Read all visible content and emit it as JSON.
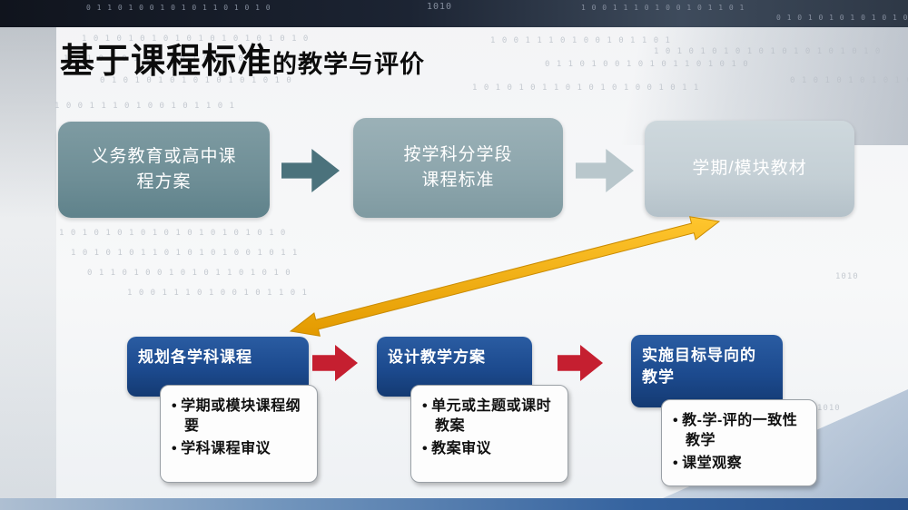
{
  "slide": {
    "title_main": "基于课程标准",
    "title_sub": "的教学与评价"
  },
  "top_flow": {
    "boxes": [
      {
        "label": "义务教育或高中课程方案"
      },
      {
        "label": "按学科分学段课程标准"
      },
      {
        "label": "学期/模块教材"
      }
    ]
  },
  "bottom_flow": {
    "steps": [
      {
        "header": "规划各学科课程",
        "bullets": [
          "学期或模块课程纲要",
          "学科课程审议"
        ]
      },
      {
        "header": "设计教学方案",
        "bullets": [
          "单元或主题或课时教案",
          "教案审议"
        ]
      },
      {
        "header": "实施目标导向的教学",
        "bullets": [
          "教-学-评的一致性教学",
          "课堂观察"
        ]
      }
    ]
  },
  "colors": {
    "top_box_1": "#6e8e96",
    "top_box_2": "#8ca5ac",
    "top_box_3": "#c4cfd5",
    "flow_arrow_1": "#4b727c",
    "flow_arrow_2": "#b9c7cc",
    "step_header": "#1c4a8e",
    "process_arrow": "#c51f30",
    "connector": "#f2a800"
  },
  "texture": {
    "rows": [
      "1 0 1 0 1 0 1 1 0 1 0 1 0 1 0 0 1 0 1 1",
      "0 1 1 0 1 0 0 1 0 1 0 1 1 0 1 0 1 0",
      "1 0 1 0 1 0 1 0 1 0 1 0 1 0 1 0 1 0 1 0",
      "1 0 0 1 1 1 0 1 0 0 1 0 1 1 0 1",
      "0 1 0 1 0 1 0 1 0 1 0 1 0 1 0 1 0",
      "1010"
    ]
  }
}
